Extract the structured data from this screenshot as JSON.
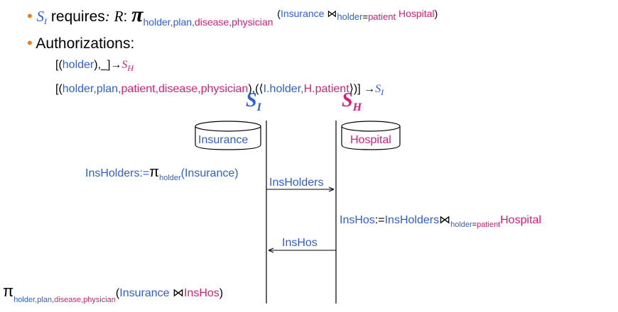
{
  "bullets": [
    {
      "prefix": "S",
      "prefix_sub": "I",
      "word": "requires",
      "R": "R",
      "pi": "π",
      "pi_sub_holder": "holder,",
      "pi_sub_plan": "plan,",
      "pi_sub_disease": "disease,",
      "pi_sub_physician": "physician",
      "paren_left": "(",
      "rel1": "Insurance",
      "join": "⋈",
      "join_sub_holder": "holder",
      "join_sub_eq": "=",
      "join_sub_patient": "patient",
      "rel2": "Hospital",
      "paren_right": ")"
    },
    {
      "title": "Authorizations:"
    }
  ],
  "authorizations": [
    {
      "open": "[(",
      "attrs": "holder",
      "close": "),_]→",
      "target": "S",
      "target_sub": "H"
    },
    {
      "open": "[(",
      "a_holder": "holder,",
      "a_plan": "plan,",
      "a_patient": "patient,",
      "a_disease": "disease,",
      "a_physician": "physician",
      "mid": "),(⟨",
      "j_I": "I.",
      "j_holder": "holder,",
      "j_H": "H.",
      "j_patient": "patient",
      "end": "⟩)] →",
      "target": "S",
      "target_sub": "I"
    }
  ],
  "servers": {
    "si": {
      "label": "S",
      "sub": "I",
      "db": "Insurance"
    },
    "sh": {
      "label": "S",
      "sub": "H",
      "db": "Hospital"
    }
  },
  "steps": {
    "insholders_left": "InsHolders:=",
    "insholders_pi": "π",
    "insholders_pi_sub": "holder",
    "insholders_arg": "(Insurance)",
    "msg1": "InsHolders",
    "inshos_lhs": "InsHos",
    "inshos_assign": ":=",
    "inshos_rhs1": "InsHolders",
    "inshos_join": "⋈",
    "inshos_join_sub1": "holder",
    "inshos_join_sub2": "=",
    "inshos_join_sub3": "patient",
    "inshos_rhs2": "Hospital",
    "msg2": "InsHos",
    "final_pi": "π",
    "final_sub_holder": "holder,",
    "final_sub_plan": "plan,",
    "final_sub_disease": "disease,",
    "final_sub_physician": "physician",
    "final_paren_l": "(",
    "final_rel1": "Insurance",
    "final_join": "⋈",
    "final_rel2": "InsHos",
    "final_paren_r": ")"
  },
  "colors": {
    "blue": "#2f5fd8",
    "pink": "#d8207a",
    "bullet": "#e8801e"
  }
}
